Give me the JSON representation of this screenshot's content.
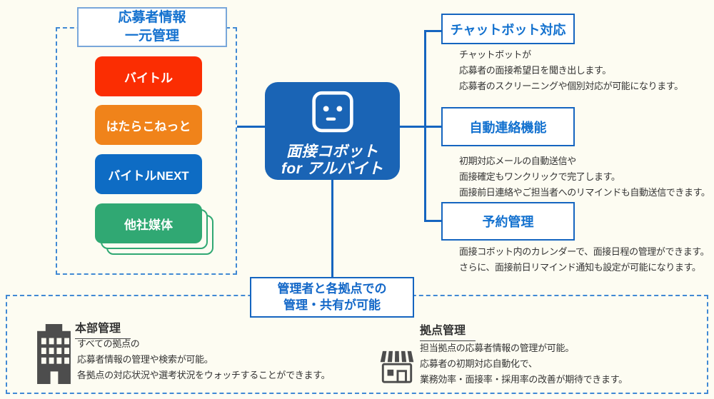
{
  "colors": {
    "background": "#FDFCF2",
    "connector_blue": "#1565C0",
    "dashed_border_blue": "#4189D4",
    "feature_text_blue": "#1371CF",
    "center_box_blue": "#1A64B5",
    "body_text": "#333333",
    "icon_gray": "#4D4D4D",
    "item_baitoru_red": "#FB2D02",
    "item_hatarako_orange": "#F0831A",
    "item_baitoru_next_blue": "#0E6CC4",
    "item_other_green": "#30A873"
  },
  "left_panel": {
    "title_line1": "応募者情報",
    "title_line2": "一元管理",
    "items": [
      {
        "label": "バイトル",
        "color": "#FB2D02"
      },
      {
        "label": "はたらこねっと",
        "color": "#F0831A"
      },
      {
        "label": "バイトルNEXT",
        "color": "#0E6CC4"
      },
      {
        "label": "他社媒体",
        "color": "#30A873"
      }
    ]
  },
  "center": {
    "product_line1": "面接コボット",
    "product_line2": "for アルバイト"
  },
  "features": [
    {
      "title": "チャットボット対応",
      "lines": [
        "チャットボットが",
        "応募者の面接希望日を聞き出します。",
        "応募者のスクリーニングや個別対応が可能になります。"
      ]
    },
    {
      "title": "自動連絡機能",
      "lines": [
        "初期対応メールの自動送信や",
        "面接確定もワンクリックで完了します。",
        "面接前日連絡やご担当者へのリマインドも自動送信できます。"
      ]
    },
    {
      "title": "予約管理",
      "lines": [
        "面接コボット内のカレンダーで、面接日程の管理ができます。",
        "さらに、面接前日リマインド通知も設定が可能になります。"
      ]
    }
  ],
  "share_box": {
    "line1": "管理者と各拠点での",
    "line2": "管理・共有が可能"
  },
  "bottom_panel": {
    "hq": {
      "title": "本部管理",
      "lines": [
        "すべての拠点の",
        "応募者情報の管理や検索が可能。",
        "各拠点の対応状況や選考状況をウォッチすることができます。"
      ]
    },
    "branch": {
      "title": "拠点管理",
      "lines": [
        "担当拠点の応募者情報の管理が可能。",
        "応募者の初期対応自動化で、",
        "業務効率・面接率・採用率の改善が期待できます。"
      ]
    }
  }
}
